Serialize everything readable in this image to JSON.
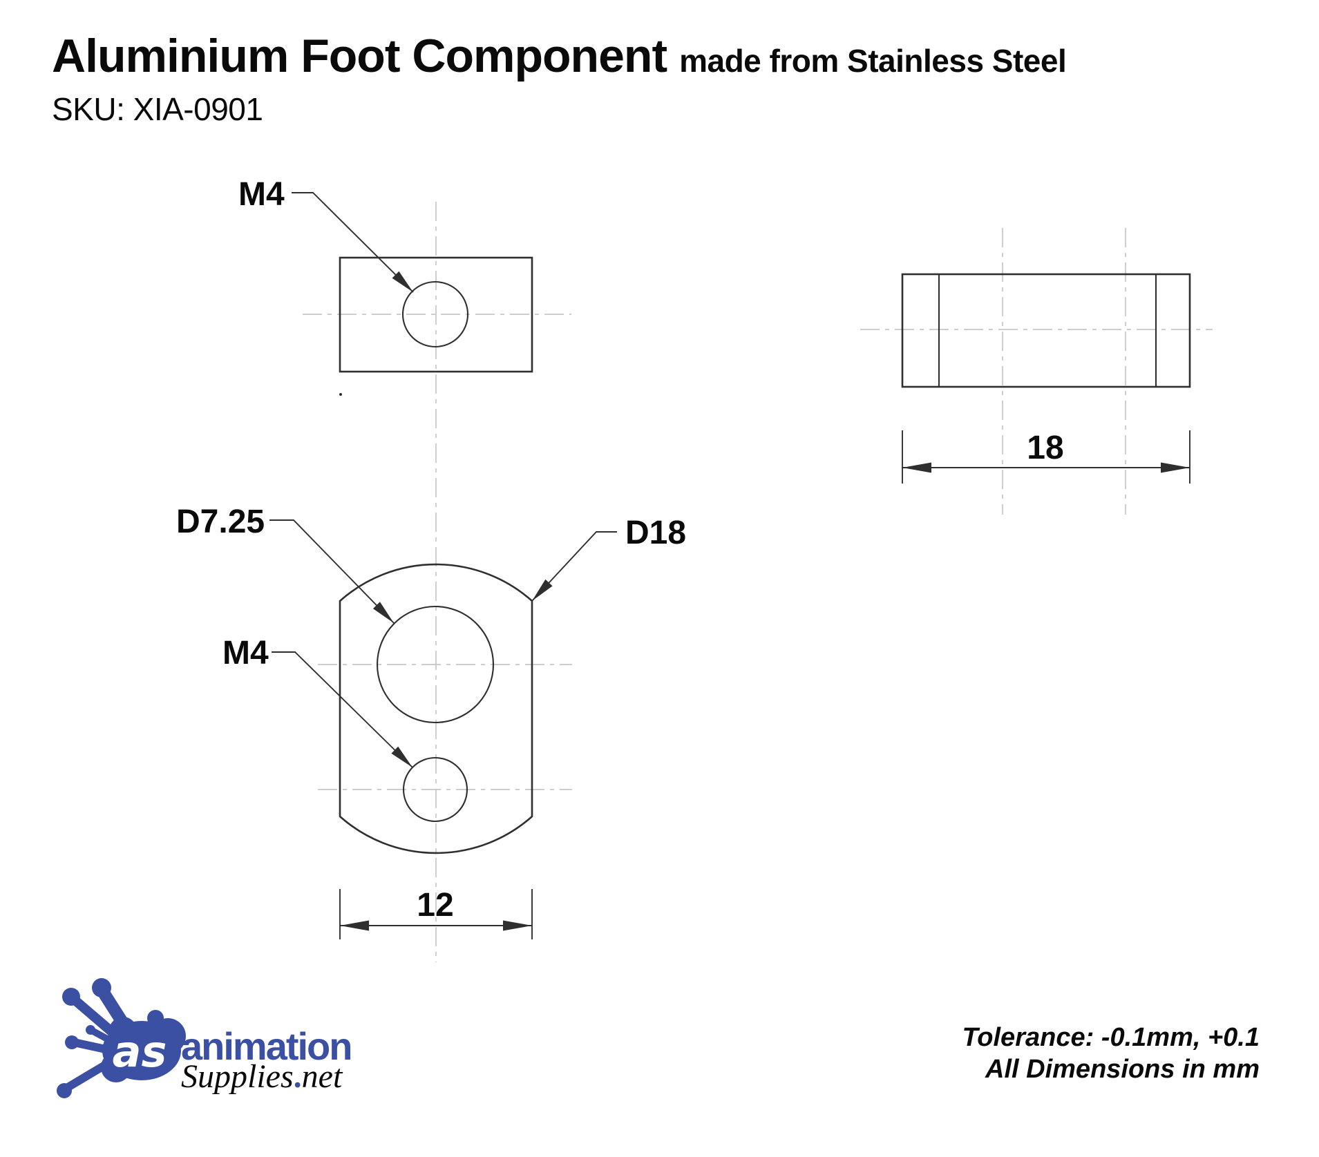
{
  "header": {
    "title": "Aluminium Foot Component",
    "subtitle": "made from Stainless Steel",
    "sku": "SKU: XIA-0901"
  },
  "drawing": {
    "top_view": {
      "thread_label": "M4"
    },
    "side_view": {
      "width_dim": "18"
    },
    "front_view": {
      "bore_label": "D7.25",
      "outline_label": "D18",
      "thread_label": "M4",
      "width_dim": "12"
    }
  },
  "logo": {
    "monogram": "as",
    "word_top": "animation",
    "word_bottom": "Supplies",
    "separator": ".",
    "word_bottom2": "net"
  },
  "notes": {
    "tolerance": "Tolerance: -0.1mm, +0.1",
    "units": "All Dimensions in mm"
  },
  "colors": {
    "line": "#2f2f2f",
    "centerline": "#c6c6c6",
    "text": "#0a0a0a",
    "logo_blue": "#3b4fa3",
    "background": "#ffffff"
  }
}
